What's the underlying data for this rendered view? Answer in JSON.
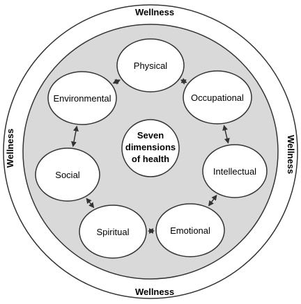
{
  "outer_ring": {
    "label_top": "Wellness",
    "label_bottom": "Wellness",
    "label_left": "Wellness",
    "label_right": "Wellness"
  },
  "center": {
    "line1": "Seven",
    "line2": "dimensions",
    "line3": "of health"
  },
  "dimensions": [
    {
      "id": "physical",
      "label": "Physical"
    },
    {
      "id": "occupational",
      "label": "Occupational"
    },
    {
      "id": "intellectual",
      "label": "Intellectual"
    },
    {
      "id": "emotional",
      "label": "Emotional"
    },
    {
      "id": "spiritual",
      "label": "Spiritual"
    },
    {
      "id": "social",
      "label": "Social"
    },
    {
      "id": "environmental",
      "label": "Environmental"
    }
  ],
  "connections": [
    [
      "physical",
      "occupational"
    ],
    [
      "occupational",
      "intellectual"
    ],
    [
      "intellectual",
      "emotional"
    ],
    [
      "emotional",
      "spiritual"
    ],
    [
      "spiritual",
      "social"
    ],
    [
      "social",
      "environmental"
    ],
    [
      "environmental",
      "physical"
    ]
  ],
  "colors": {
    "outer_fill": "#ffffff",
    "inner_fill": "#d9d9d9",
    "node_fill": "#ffffff",
    "stroke": "#333333"
  }
}
